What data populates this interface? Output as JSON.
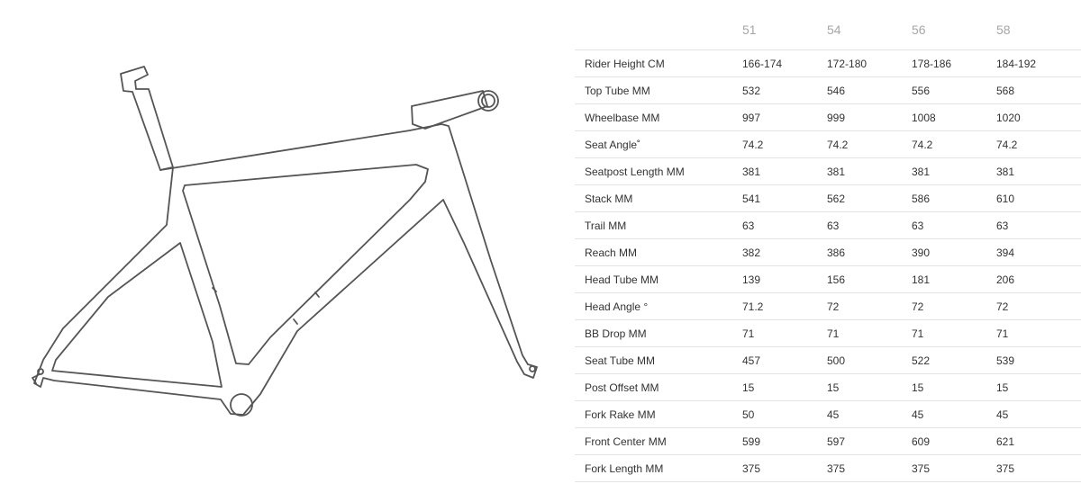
{
  "sizes": [
    "51",
    "54",
    "56",
    "58"
  ],
  "rows": [
    {
      "label": "Rider Height CM",
      "values": [
        "166-174",
        "172-180",
        "178-186",
        "184-192"
      ]
    },
    {
      "label": "Top Tube MM",
      "values": [
        "532",
        "546",
        "556",
        "568"
      ]
    },
    {
      "label": "Wheelbase MM",
      "values": [
        "997",
        "999",
        "1008",
        "1020"
      ]
    },
    {
      "label": "Seat Angle˚",
      "values": [
        "74.2",
        "74.2",
        "74.2",
        "74.2"
      ]
    },
    {
      "label": "Seatpost Length MM",
      "values": [
        "381",
        "381",
        "381",
        "381"
      ]
    },
    {
      "label": "Stack MM",
      "values": [
        "541",
        "562",
        "586",
        "610"
      ]
    },
    {
      "label": "Trail MM",
      "values": [
        "63",
        "63",
        "63",
        "63"
      ]
    },
    {
      "label": "Reach MM",
      "values": [
        "382",
        "386",
        "390",
        "394"
      ]
    },
    {
      "label": "Head Tube MM",
      "values": [
        "139",
        "156",
        "181",
        "206"
      ]
    },
    {
      "label": "Head Angle °",
      "values": [
        "71.2",
        "72",
        "72",
        "72"
      ]
    },
    {
      "label": "BB Drop MM",
      "values": [
        "71",
        "71",
        "71",
        "71"
      ]
    },
    {
      "label": "Seat Tube MM",
      "values": [
        "457",
        "500",
        "522",
        "539"
      ]
    },
    {
      "label": "Post Offset MM",
      "values": [
        "15",
        "15",
        "15",
        "15"
      ]
    },
    {
      "label": "Fork Rake MM",
      "values": [
        "50",
        "45",
        "45",
        "45"
      ]
    },
    {
      "label": "Front Center MM",
      "values": [
        "599",
        "597",
        "609",
        "621"
      ]
    },
    {
      "label": "Fork Length MM",
      "values": [
        "375",
        "375",
        "375",
        "375"
      ]
    }
  ],
  "colors": {
    "frame_outline": "#555555",
    "header_text": "#a6a6a6",
    "body_text": "#333333",
    "divider": "#e3e3e3"
  }
}
